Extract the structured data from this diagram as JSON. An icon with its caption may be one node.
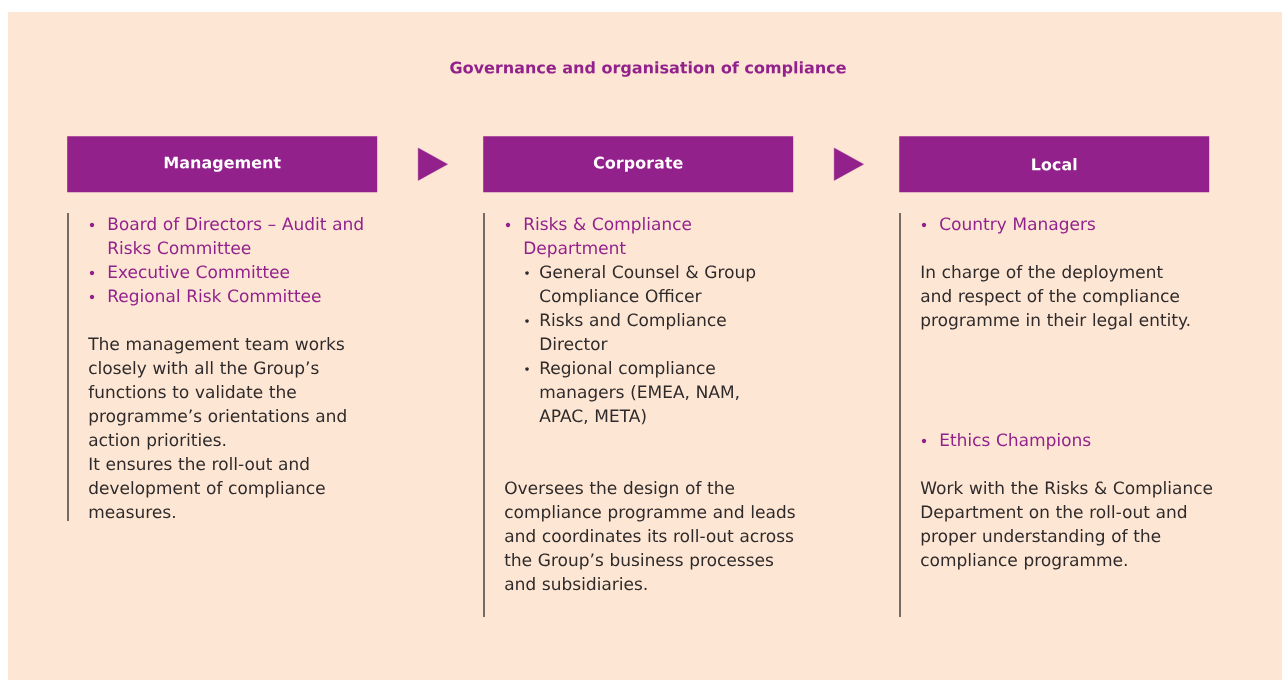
{
  "diagram": {
    "title": "Governance and organisation of compliance",
    "nodes": [
      {
        "text": [
          "Management"
        ]
      },
      {
        "text": [
          "Corporate"
        ]
      },
      {
        "text": [
          "Local"
        ]
      }
    ],
    "edges": [
      {
        "from": 0,
        "to": 1,
        "arrow": "to"
      },
      {
        "from": 1,
        "to": 2,
        "arrow": "to"
      }
    ],
    "labels": [
      "Board of Directors – Audit and Risks Committee",
      "Executive Committee",
      "Regional Risk Committee",
      "The management team works closely with all the Group’s functions to validate the programme’s orientations and action priorities.",
      "It ensures the roll-out and development of compliance measures.",
      "Risks & Compliance Department",
      "General Counsel & Group Compliance Officer",
      "Risks and Compliance Director",
      "Regional compliance managers (EMEA, NAM, APAC, META)",
      "Oversees the design of the compliance programme and leads and coordinates its roll-out across the Group’s business processes and subsidiaries.",
      "Country Managers",
      "In charge of the deployment and respect of the compliance programme in their legal entity.",
      "Ethics Champions",
      "Work with the Risks & Compliance Department on the roll-out and proper understanding of the compliance programme."
    ]
  }
}
